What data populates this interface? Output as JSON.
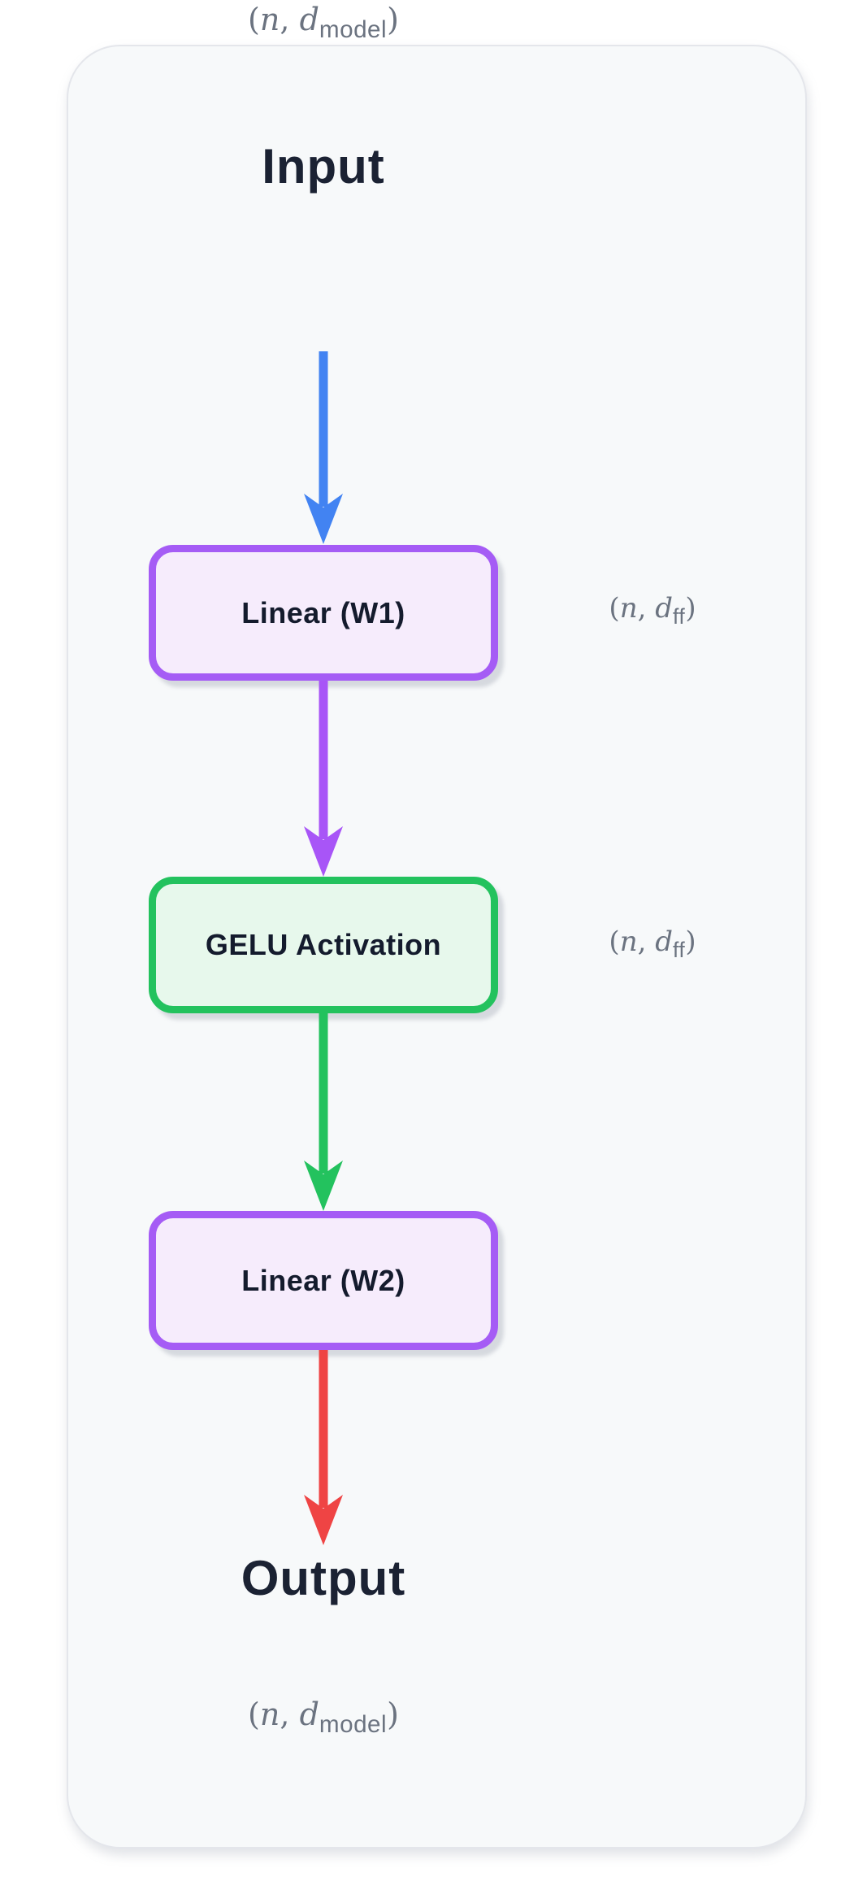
{
  "diagram": {
    "input_label": "Input",
    "output_label": "Output",
    "nodes": [
      {
        "label": "Linear (W1)",
        "type": "linear"
      },
      {
        "label": "GELU Activation",
        "type": "activation"
      },
      {
        "label": "Linear (W2)",
        "type": "linear"
      }
    ],
    "shapes": {
      "input": {
        "open": "(",
        "var1": "n",
        "sep": ",",
        "var2": "d",
        "sub": "model",
        "close": ")"
      },
      "w1_out": {
        "open": "(",
        "var1": "n",
        "sep": ",",
        "var2": "d",
        "sub": "ff",
        "close": ")"
      },
      "gelu_out": {
        "open": "(",
        "var1": "n",
        "sep": ",",
        "var2": "d",
        "sub": "ff",
        "close": ")"
      },
      "output": {
        "open": "(",
        "var1": "n",
        "sep": ",",
        "var2": "d",
        "sub": "model",
        "close": ")"
      }
    },
    "arrows": [
      {
        "name": "input-to-w1",
        "color": "#4283f2"
      },
      {
        "name": "w1-to-gelu",
        "color": "#a855f7"
      },
      {
        "name": "gelu-to-w2",
        "color": "#23c25e"
      },
      {
        "name": "w2-to-output",
        "color": "#ef4444"
      }
    ],
    "colors": {
      "card_background": "#f7f9fa",
      "card_border": "#e4e6eb",
      "linear_border": "#a55cf5",
      "linear_fill": "#f6ecfc",
      "activation_border": "#23c25e",
      "activation_fill": "#e7f8ec",
      "heading_text": "#1b2233",
      "node_label_text": "#141b2d",
      "annotation_text": "#6b7380"
    }
  }
}
